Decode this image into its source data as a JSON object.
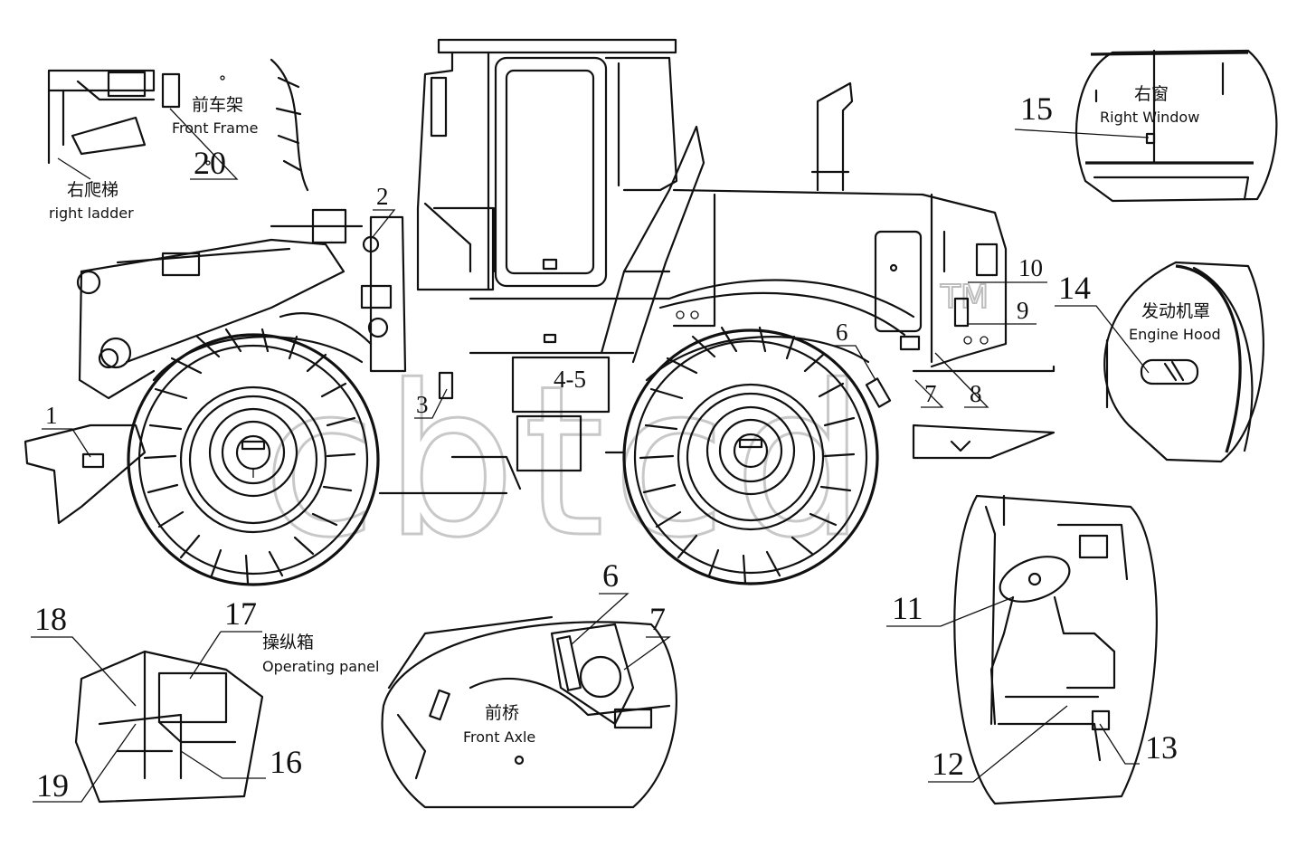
{
  "watermark": {
    "text": "cbtcd",
    "tm": "TM"
  },
  "callouts": {
    "c1": "1",
    "c2": "2",
    "c3": "3",
    "c45": "4-5",
    "c6": "6",
    "c7": "7",
    "c8": "8",
    "c9": "9",
    "c10": "10",
    "c11": "11",
    "c12": "12",
    "c13": "13",
    "c14": "14",
    "c15": "15",
    "c16": "16",
    "c17": "17",
    "c18": "18",
    "c19": "19",
    "c20": "20",
    "d6": "6",
    "d7": "7"
  },
  "labels": {
    "front_frame_cn": "前车架",
    "front_frame_en": "Front Frame",
    "right_ladder_cn": "右爬梯",
    "right_ladder_en": "right ladder",
    "right_window_cn": "右窗",
    "right_window_en": "Right Window",
    "engine_hood_cn": "发动机罩",
    "engine_hood_en": "Engine Hood",
    "operating_panel_cn": "操纵箱",
    "operating_panel_en": "Operating panel",
    "front_axle_cn": "前桥",
    "front_axle_en": "Front Axle"
  }
}
